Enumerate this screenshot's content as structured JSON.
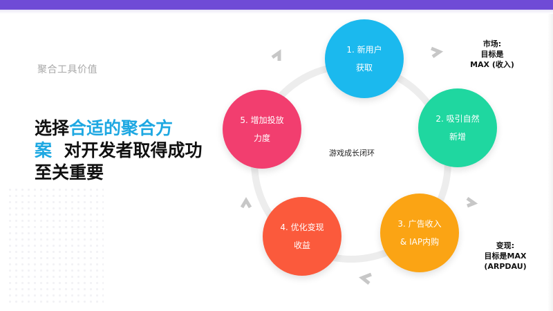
{
  "slide": {
    "section_label": "聚合工具价值",
    "headline": {
      "part1": "选择",
      "highlight": "合适的聚合方案",
      "part2": "对开发者取得成功至关重要"
    }
  },
  "cycle": {
    "center_label": "游戏成长闭环",
    "nodes": [
      {
        "line1": "1. 新用户",
        "line2": "获取",
        "color": "#1bb9ee"
      },
      {
        "line1": "2. 吸引自然",
        "line2": "新增",
        "color": "#1fd7a0"
      },
      {
        "line1": "3. 广告收入",
        "line2": "& IAP内购",
        "color": "#fba414"
      },
      {
        "line1": "4. 优化变现",
        "line2": "收益",
        "color": "#fb5a3c"
      },
      {
        "line1": "5. 增加投放",
        "line2": "力度",
        "color": "#f23e6f"
      }
    ]
  },
  "notes": {
    "market": {
      "line1": "市场:",
      "line2": "目标是",
      "line3": "MAX (收入)"
    },
    "monetization": {
      "line1": "变现:",
      "line2": "目标是MAX",
      "line3": "(ARPDAU)"
    }
  },
  "colors": {
    "top_bar": "#6f4bd6",
    "highlight": "#1ea8e2",
    "ring": "#ededed",
    "arrow": "#c7c7c7"
  },
  "icons": [
    "chevron-arrow-icon"
  ]
}
